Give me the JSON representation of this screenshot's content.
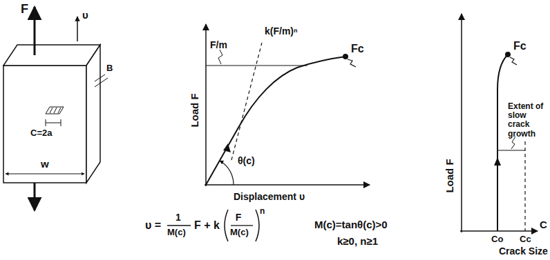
{
  "diagram": {
    "labels": [
      "F",
      "υ",
      "B",
      "C=2a",
      "w",
      "F/m",
      "k(F/m)ⁿ",
      "Fc",
      "Load F",
      "θ(c)",
      "Displacement υ",
      "Load F",
      "Fc",
      "Extent of slow crack growth",
      "Co",
      "Cc",
      "C",
      "Crack Size",
      "υ =",
      "1",
      "M(c)",
      "F + k",
      "F",
      "M(c)",
      "n",
      "M(c)=tanθ(c)>0",
      "k≥0, n≥1"
    ]
  }
}
